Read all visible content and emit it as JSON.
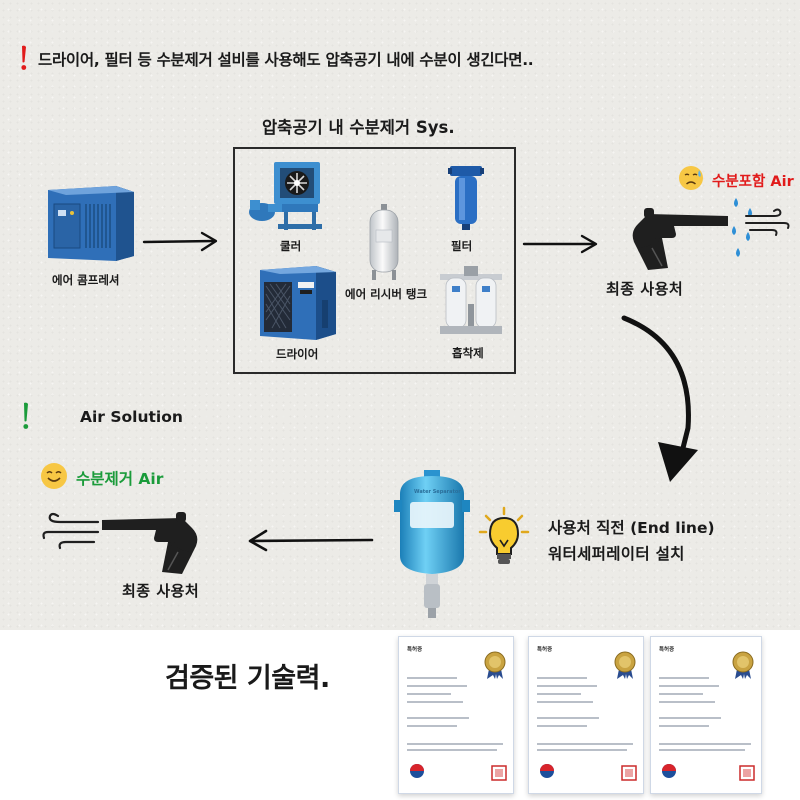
{
  "headline": {
    "text": "드라이어, 필터 등 수분제거 설비를 사용해도 압축공기 내에 수분이 생긴다면.."
  },
  "system": {
    "title": "압축공기 내 수분제거 Sys.",
    "compressor_label": "에어 콤프레셔",
    "items": {
      "cooler": "쿨러",
      "filter": "필터",
      "receiver_tank": "에어 리시버 탱크",
      "dryer": "드라이어",
      "adsorber": "흡착제"
    }
  },
  "problem": {
    "badge": "수분포함 Air",
    "end_user": "최종 사용처"
  },
  "solution": {
    "title": "Air Solution",
    "badge": "수분제거 Air",
    "end_user": "최종 사용처",
    "line1": "사용처 직전 (End line)",
    "line2": "워터세퍼레이터 설치",
    "separator_label": "Water Separator"
  },
  "bottom": {
    "title": "검증된 기술력.",
    "cert_heading": "특허증"
  },
  "colors": {
    "alert_red": "#e11b1b",
    "solution_green": "#1a9b3a",
    "machine_blue": "#2f6fb8",
    "separator_blue": "#2aa8df",
    "water_drop": "#2e8fd6"
  }
}
